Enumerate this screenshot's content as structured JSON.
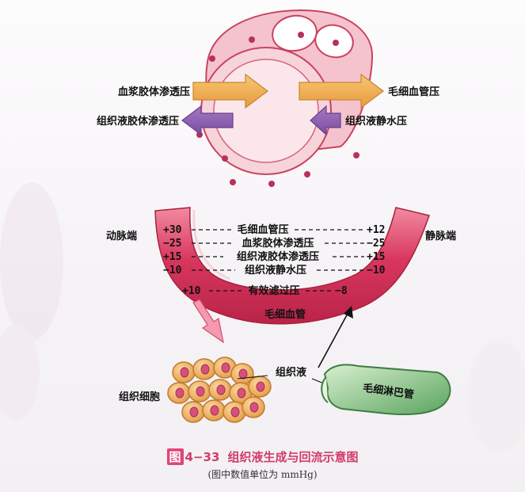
{
  "top": {
    "plasma_colloid_osmotic": "血浆胶体渗透压",
    "tissue_colloid_osmotic": "组织液胶体渗透压",
    "capillary_pressure": "毛细血管压",
    "tissue_hydrostatic": "组织液静水压"
  },
  "ends": {
    "arterial": "动脉端",
    "venous": "静脉端"
  },
  "forces": [
    {
      "left": "+30",
      "label": "毛细血管压",
      "right": "+12"
    },
    {
      "left": "−25",
      "label": "血浆胶体渗透压",
      "right": "−25"
    },
    {
      "left": "+15",
      "label": "组织液胶体渗透压",
      "right": "+15"
    },
    {
      "left": "−10",
      "label": "组织液静水压",
      "right": "−10"
    },
    {
      "left": "+10",
      "label": "有效滤过压",
      "right": "−8"
    }
  ],
  "capillary_label": "毛细血管",
  "tissue_fluid_label": "组织液",
  "tissue_cell_label": "组织细胞",
  "lymph_label": "毛细淋巴管",
  "caption": {
    "badge": "图",
    "number": "4−33",
    "title": "组织液生成与回流示意图",
    "subtitle": "(图中数值单位为 mmHg)"
  },
  "colors": {
    "vessel": "#d5345a",
    "vessel_light": "#f3b9c4",
    "arrow_purple": "#8e5fb0",
    "arrow_orange": "#f3b25a",
    "lymph": "#4f9a55",
    "cell": "#f0b362",
    "caption": "#d23b6b"
  }
}
